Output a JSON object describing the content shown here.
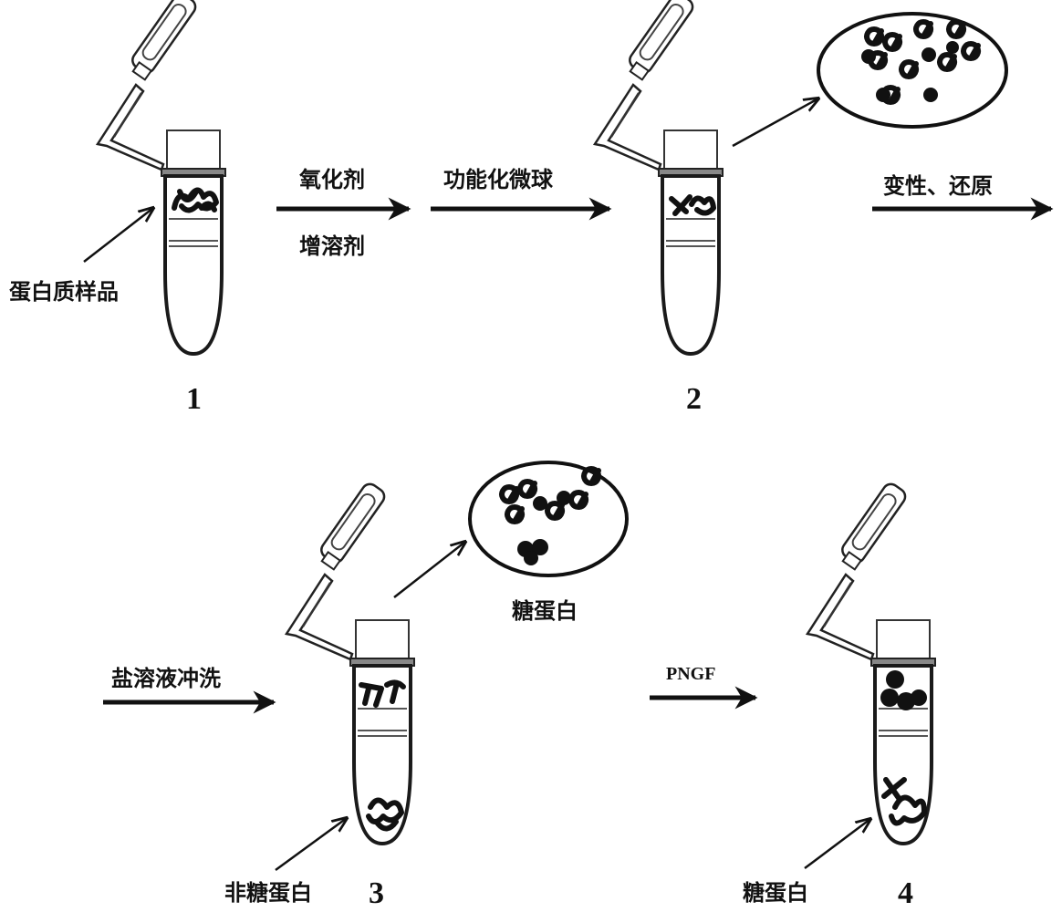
{
  "labels": {
    "sample": "蛋白质样品",
    "oxidant": "氧化剂",
    "solubilizer": "增溶剂",
    "microsphere": "功能化微球",
    "denature": "变性、还原",
    "glycoprotein_top": "糖蛋白",
    "salt_wash": "盐溶液冲洗",
    "pngf": "PNGF",
    "non_glyco": "非糖蛋白",
    "glyco_bottom": "糖蛋白"
  },
  "steps": [
    "1",
    "2",
    "3",
    "4"
  ]
}
